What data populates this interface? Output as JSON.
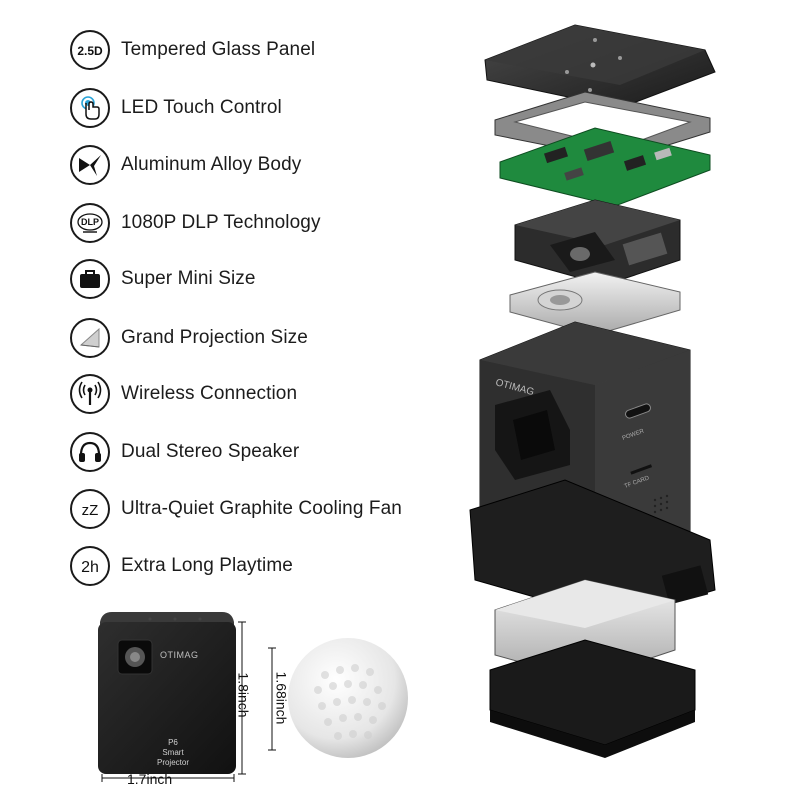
{
  "features": [
    {
      "icon": "glass-panel-2-5d-icon",
      "badge": "2.5D",
      "label": "Tempered Glass Panel"
    },
    {
      "icon": "touch-hand-icon",
      "label": "LED Touch Control"
    },
    {
      "icon": "aluminum-alloy-icon",
      "label": "Aluminum Alloy Body"
    },
    {
      "icon": "dlp-chip-icon",
      "badge": "DLP",
      "label": "1080P DLP Technology"
    },
    {
      "icon": "briefcase-icon",
      "label": "Super Mini Size"
    },
    {
      "icon": "projection-screen-icon",
      "label": "Grand Projection Size"
    },
    {
      "icon": "wireless-antenna-icon",
      "label": "Wireless Connection"
    },
    {
      "icon": "headphones-icon",
      "label": "Dual Stereo Speaker"
    },
    {
      "icon": "sleep-zzz-icon",
      "badge": "zZ",
      "label": "Ultra-Quiet Graphite Cooling Fan"
    },
    {
      "icon": "battery-2h-icon",
      "badge": "2h",
      "label": "Extra Long Playtime"
    }
  ],
  "product": {
    "brand": "OTIMAG",
    "model": "P6",
    "subtitle": "Smart Projector",
    "port_usb": "POWER",
    "port_tf": "TF CARD"
  },
  "dimensions": {
    "width": "1.7inch",
    "height": "1.8inch",
    "ball": "1.68inch"
  }
}
